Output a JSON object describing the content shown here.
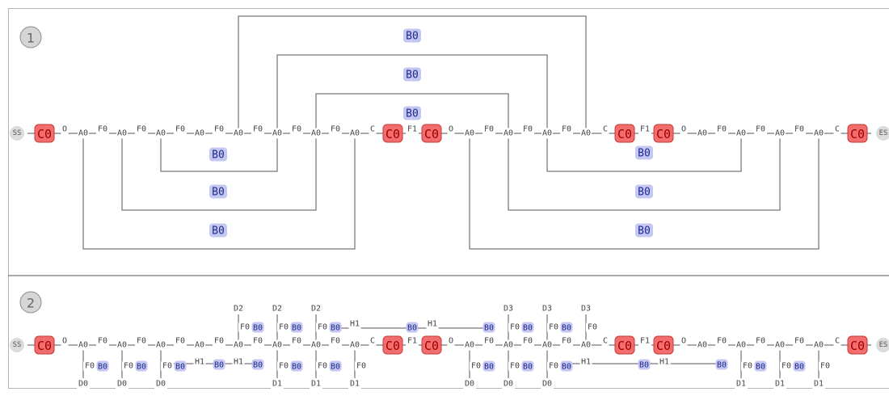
{
  "panels": [
    {
      "number": "1"
    },
    {
      "number": "2"
    }
  ],
  "labels": {
    "start": "SS",
    "end": "ES",
    "controller": "C0",
    "a0": "A0",
    "f0": "F0",
    "f1": "F1",
    "o": "O",
    "c": "C",
    "b0": "B0",
    "h1": "H1",
    "d0": "D0",
    "d1": "D1",
    "d2": "D2",
    "d3": "D3"
  },
  "colors": {
    "controller_fill": "#f26d6d",
    "controller_stroke": "#c23b3b",
    "bond_fill": "#c4c7f2",
    "node_fill": "#dcdcdc",
    "wire": "#555555"
  }
}
